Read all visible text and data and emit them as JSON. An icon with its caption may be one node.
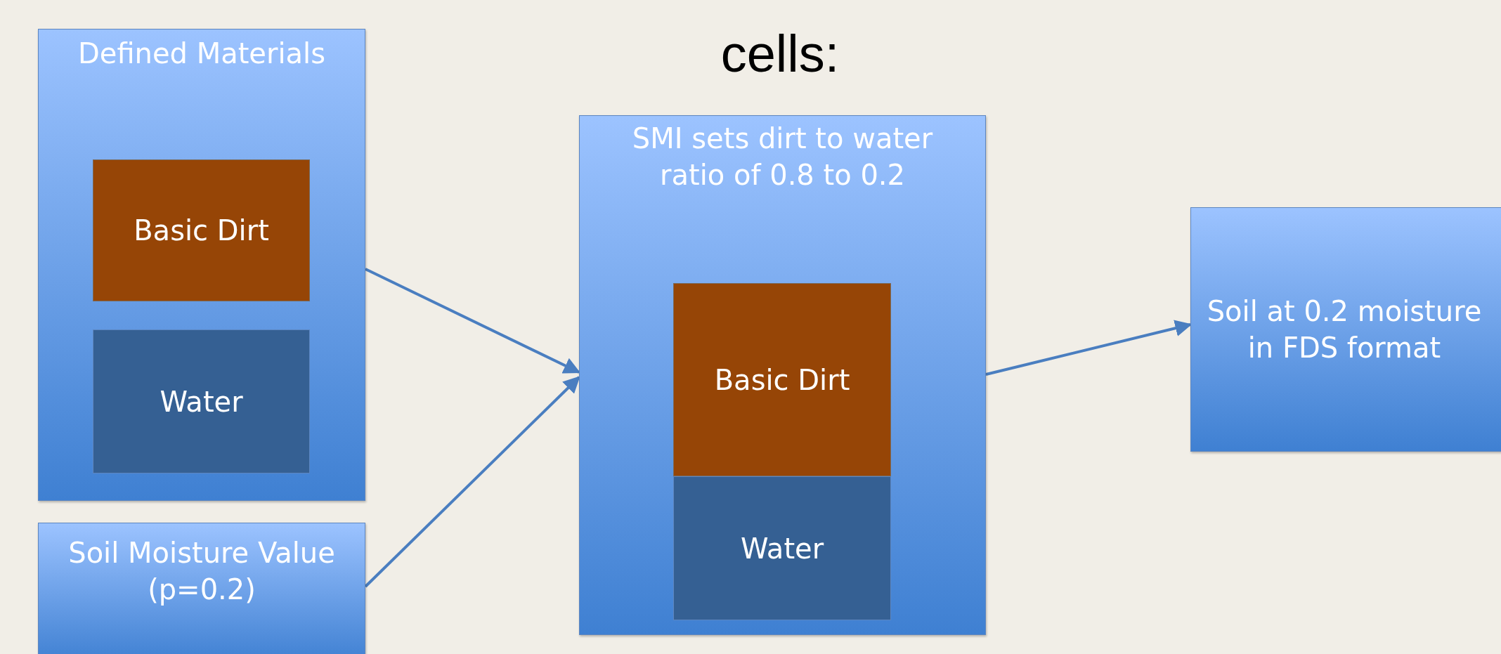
{
  "diagram": {
    "title": "cells:",
    "nodes": [
      {
        "text": [
          "Defined Materials"
        ]
      },
      {
        "text": [
          "Basic Dirt"
        ],
        "in": 0
      },
      {
        "text": [
          "Water"
        ],
        "in": 0
      },
      {
        "text": [
          "Soil Moisture Value (p=0.2)"
        ]
      },
      {
        "text": [
          "SMI sets dirt to water ratio of 0.8 to 0.2"
        ]
      },
      {
        "text": [
          "Basic Dirt"
        ],
        "in": 4
      },
      {
        "text": [
          "Water"
        ],
        "in": 4
      },
      {
        "text": [
          "Soil at 0.2 moisture in FDS format"
        ]
      }
    ],
    "edges": [
      {
        "from": 0,
        "to": 4,
        "arrow": "to"
      },
      {
        "from": 3,
        "to": 4,
        "arrow": "to"
      },
      {
        "from": 4,
        "to": 7,
        "arrow": "to"
      }
    ]
  }
}
